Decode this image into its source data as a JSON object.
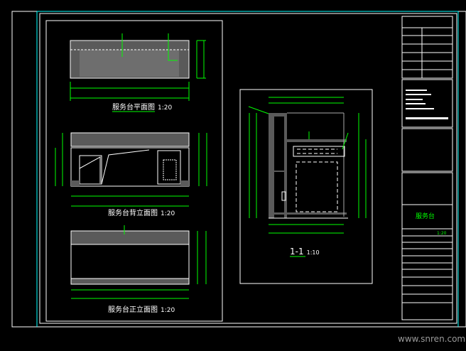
{
  "drawing": {
    "plan_title": "服务台平面图",
    "plan_scale": "1:20",
    "back_elevation_title": "服务台背立面图",
    "back_elevation_scale": "1:20",
    "front_elevation_title": "服务台正立面图",
    "front_elevation_scale": "1:20",
    "section_title": "1-1",
    "section_scale": "1:10"
  },
  "title_block": {
    "project_name": "服务台",
    "scale_value": "1:20",
    "colors": {
      "frame": "#ffffff",
      "border": "#00ffff",
      "dimension": "#00ff00",
      "hatch": "#6a6a6a"
    }
  },
  "watermark": "www.snren.com"
}
